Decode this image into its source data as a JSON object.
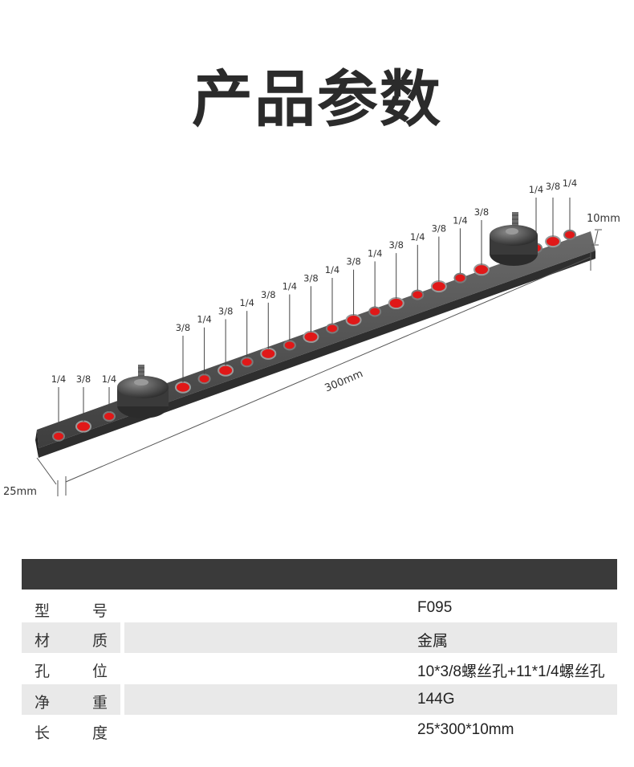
{
  "page": {
    "title": "产品参数"
  },
  "diagram": {
    "left_group_labels": [
      "1/4",
      "3/8",
      "1/4"
    ],
    "middle_labels": [
      "3/8",
      "1/4",
      "3/8",
      "1/4",
      "3/8",
      "1/4",
      "3/8",
      "1/4",
      "3/8",
      "1/4",
      "3/8",
      "1/4",
      "3/8",
      "1/4",
      "3/8"
    ],
    "right_group_labels": [
      "1/4",
      "3/8",
      "1/4"
    ],
    "dim_length": "300mm",
    "dim_width": "25mm",
    "dim_height": "10mm"
  },
  "specs": [
    {
      "k1": "型",
      "k2": "号",
      "value": "F095"
    },
    {
      "k1": "材",
      "k2": "质",
      "value": "金属"
    },
    {
      "k1": "孔",
      "k2": "位",
      "value": "10*3/8螺丝孔+11*1/4螺丝孔"
    },
    {
      "k1": "净",
      "k2": "重",
      "value": "144G"
    },
    {
      "k1": "长",
      "k2": "度",
      "value": "25*300*10mm"
    }
  ],
  "colors": {
    "rail": "#4a4a4a",
    "hole": "#e01818",
    "header_bar": "#3a3a3a",
    "row_shade": "#e9e9e9"
  }
}
